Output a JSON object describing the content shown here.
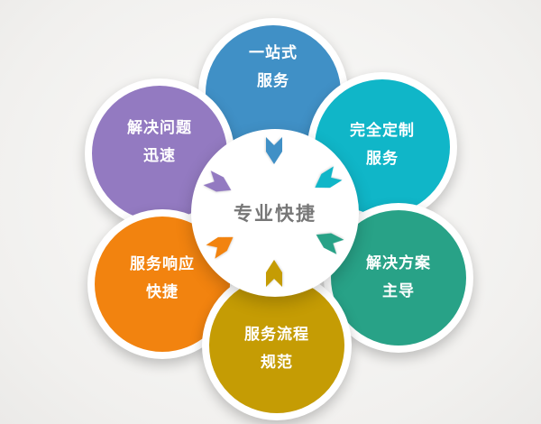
{
  "diagram": {
    "center": {
      "label": "专业快捷",
      "text_color": "#777777",
      "bg_color": "#ffffff"
    },
    "petals": [
      {
        "position": "top",
        "name": "one-stop-service",
        "line1": "一站式",
        "line2": "服务",
        "color": "#4090c6"
      },
      {
        "position": "top-right",
        "name": "fully-customized-service",
        "line1": "完全定制",
        "line2": "服务",
        "color": "#10b6c8"
      },
      {
        "position": "bottom-right",
        "name": "solution-led",
        "line1": "解决方案",
        "line2": "主导",
        "color": "#28a287"
      },
      {
        "position": "bottom",
        "name": "standard-service-process",
        "line1": "服务流程",
        "line2": "规范",
        "color": "#c59c04"
      },
      {
        "position": "bottom-left",
        "name": "fast-service-response",
        "line1": "服务响应",
        "line2": "快捷",
        "color": "#f2830f"
      },
      {
        "position": "top-left",
        "name": "quick-problem-solving",
        "line1": "解决问题",
        "line2": "迅速",
        "color": "#937ac1"
      }
    ]
  }
}
